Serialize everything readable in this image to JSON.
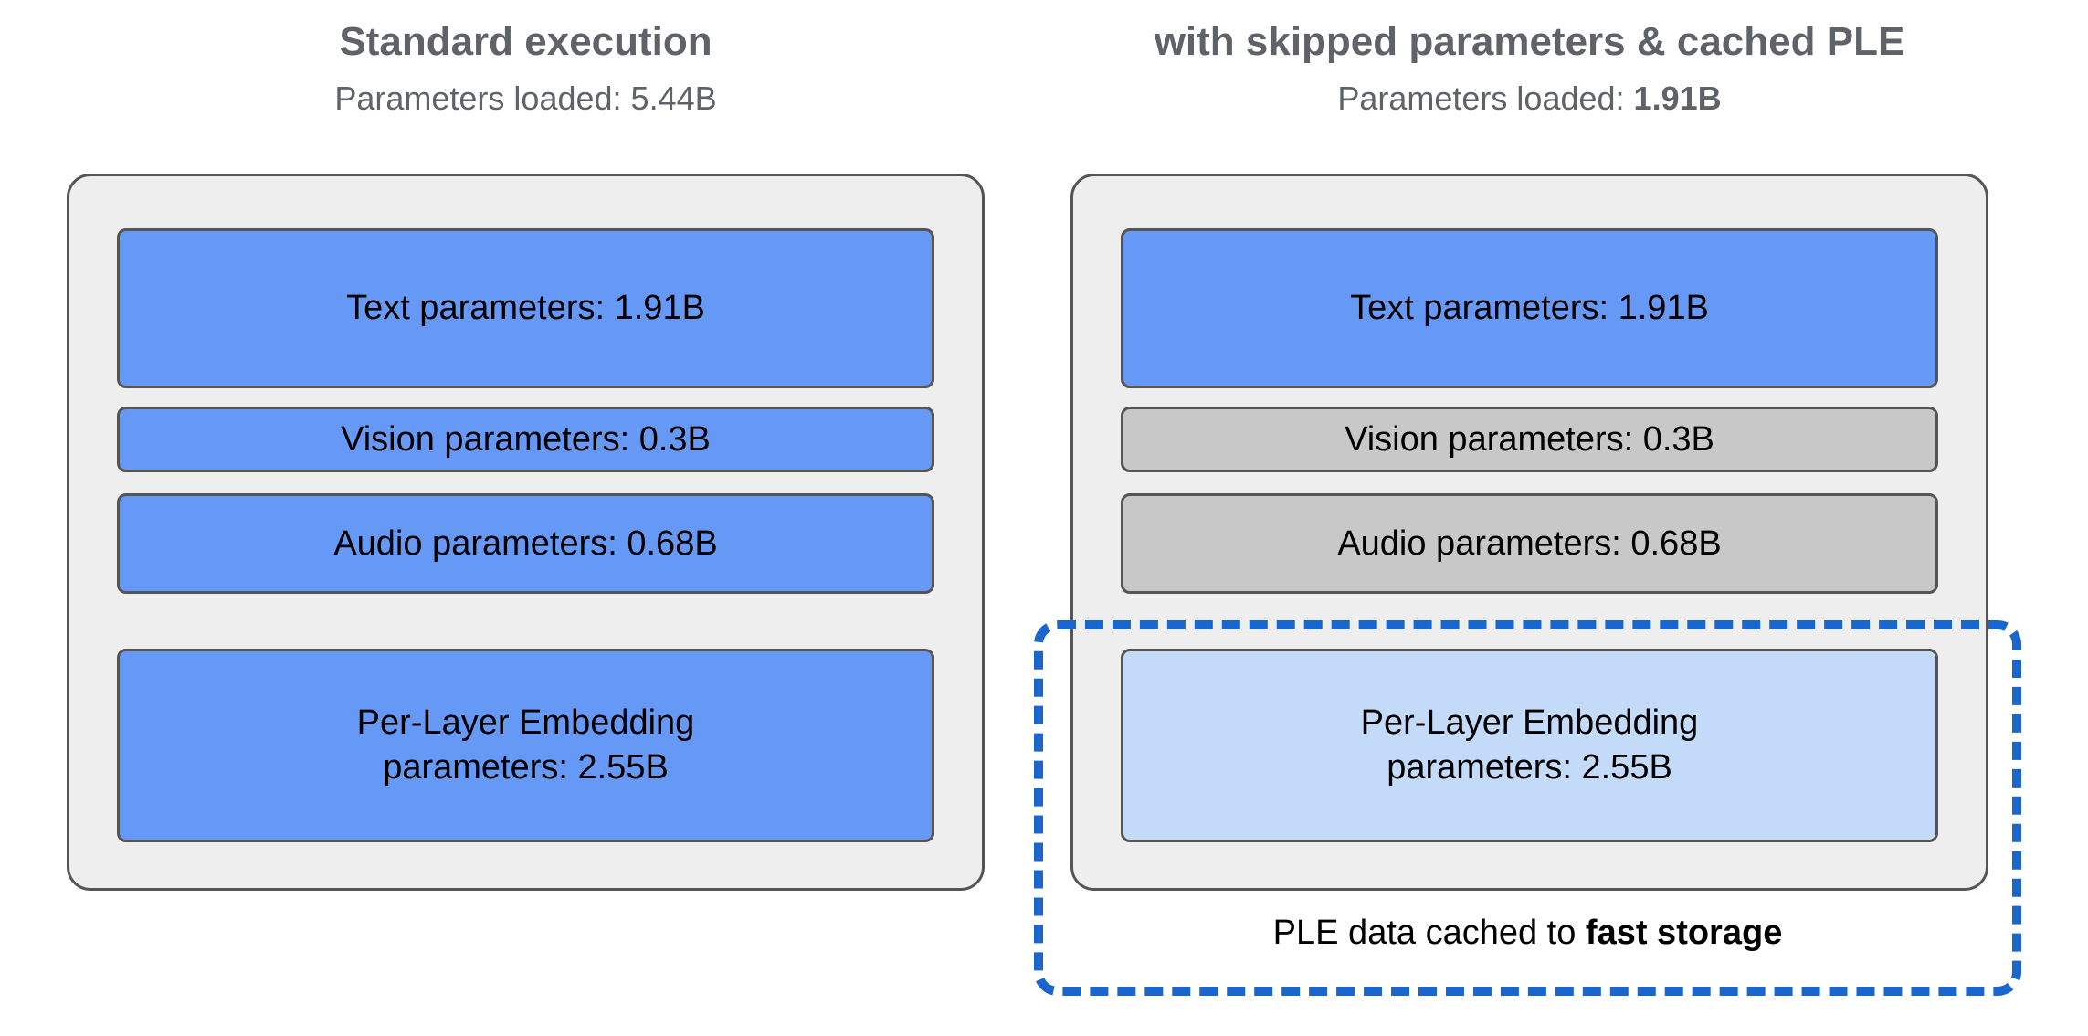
{
  "columns": [
    {
      "id": "standard",
      "title": "Standard execution",
      "subtitle_prefix": "Parameters loaded: ",
      "subtitle_value": "5.44B",
      "subtitle_value_bold": false,
      "blocks": [
        {
          "label": "Text parameters: 1.91B",
          "state": "active",
          "color": "#6699f5"
        },
        {
          "label": "Vision parameters: 0.3B",
          "state": "active",
          "color": "#6699f5"
        },
        {
          "label": "Audio parameters: 0.68B",
          "state": "active",
          "color": "#6699f5"
        },
        {
          "label": "Per-Layer Embedding\nparameters: 2.55B",
          "state": "active",
          "color": "#6699f5"
        }
      ]
    },
    {
      "id": "optimized",
      "title": "with skipped parameters & cached PLE",
      "subtitle_prefix": "Parameters loaded: ",
      "subtitle_value": "1.91B",
      "subtitle_value_bold": true,
      "blocks": [
        {
          "label": "Text parameters: 1.91B",
          "state": "active",
          "color": "#6699f5"
        },
        {
          "label": "Vision parameters: 0.3B",
          "state": "skipped",
          "color": "#c8c8c8"
        },
        {
          "label": "Audio parameters: 0.68B",
          "state": "skipped",
          "color": "#c8c8c8"
        },
        {
          "label": "Per-Layer Embedding\nparameters: 2.55B",
          "state": "cached",
          "color": "#c3daf9"
        }
      ]
    }
  ],
  "cache_region": {
    "caption_prefix": "PLE data cached to ",
    "caption_emphasis": "fast storage",
    "border_color": "#1a66cc",
    "border_style": "dashed"
  },
  "theme": {
    "panel_background": "#eeeeee",
    "panel_border": "#555555",
    "block_border": "#555555",
    "title_color": "#5f6368",
    "text_color": "#000000",
    "page_background": "#ffffff"
  }
}
